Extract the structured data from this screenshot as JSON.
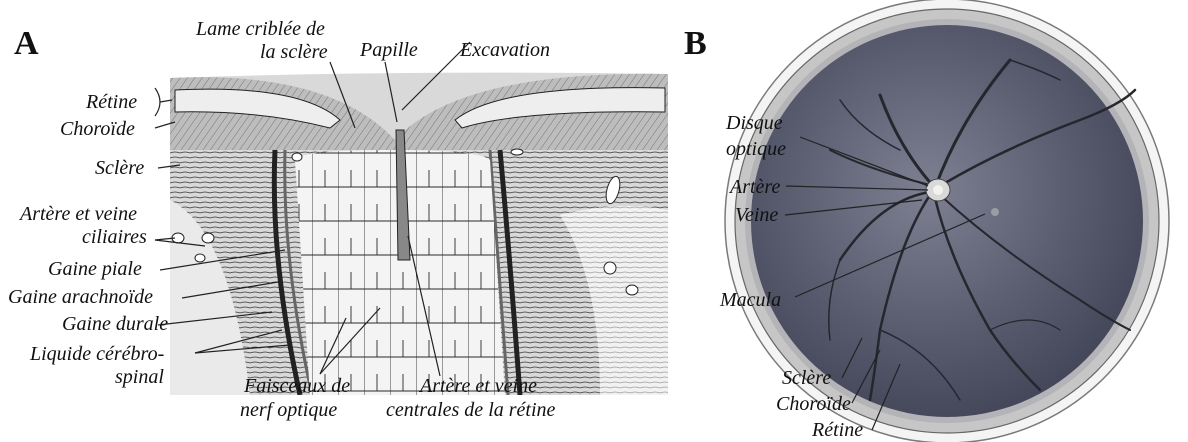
{
  "panel_a": {
    "letter": "A",
    "labels": {
      "lame_criblee_1": "Lame criblée de",
      "lame_criblee_2": "la sclère",
      "papille": "Papille",
      "excavation": "Excavation",
      "retine": "Rétine",
      "choroide": "Choroïde",
      "sclere": "Sclère",
      "artere_veine_ciliaires_1": "Artère et veine",
      "artere_veine_ciliaires_2": "ciliaires",
      "gaine_piale": "Gaine piale",
      "gaine_arachnoide": "Gaine arachnoïde",
      "gaine_durale": "Gaine durale",
      "liquide_1": "Liquide cérébro-",
      "liquide_2": "spinal",
      "faisceaux_1": "Faisceaux de",
      "faisceaux_2": "nerf optique",
      "artere_centrale_1": "Artère et veine",
      "artere_centrale_2": "centrales de la rétine"
    }
  },
  "panel_b": {
    "letter": "B",
    "labels": {
      "disque_1": "Disque",
      "disque_2": "optique",
      "artere": "Artère",
      "veine": "Veine",
      "macula": "Macula",
      "sclere": "Sclère",
      "choroide": "Choroïde",
      "retine": "Rétine"
    }
  },
  "colors": {
    "ink": "#111111",
    "fundus_outer": "#b9b9b9",
    "fundus_inner": "#4f5264",
    "vessel": "#2a2a30"
  }
}
